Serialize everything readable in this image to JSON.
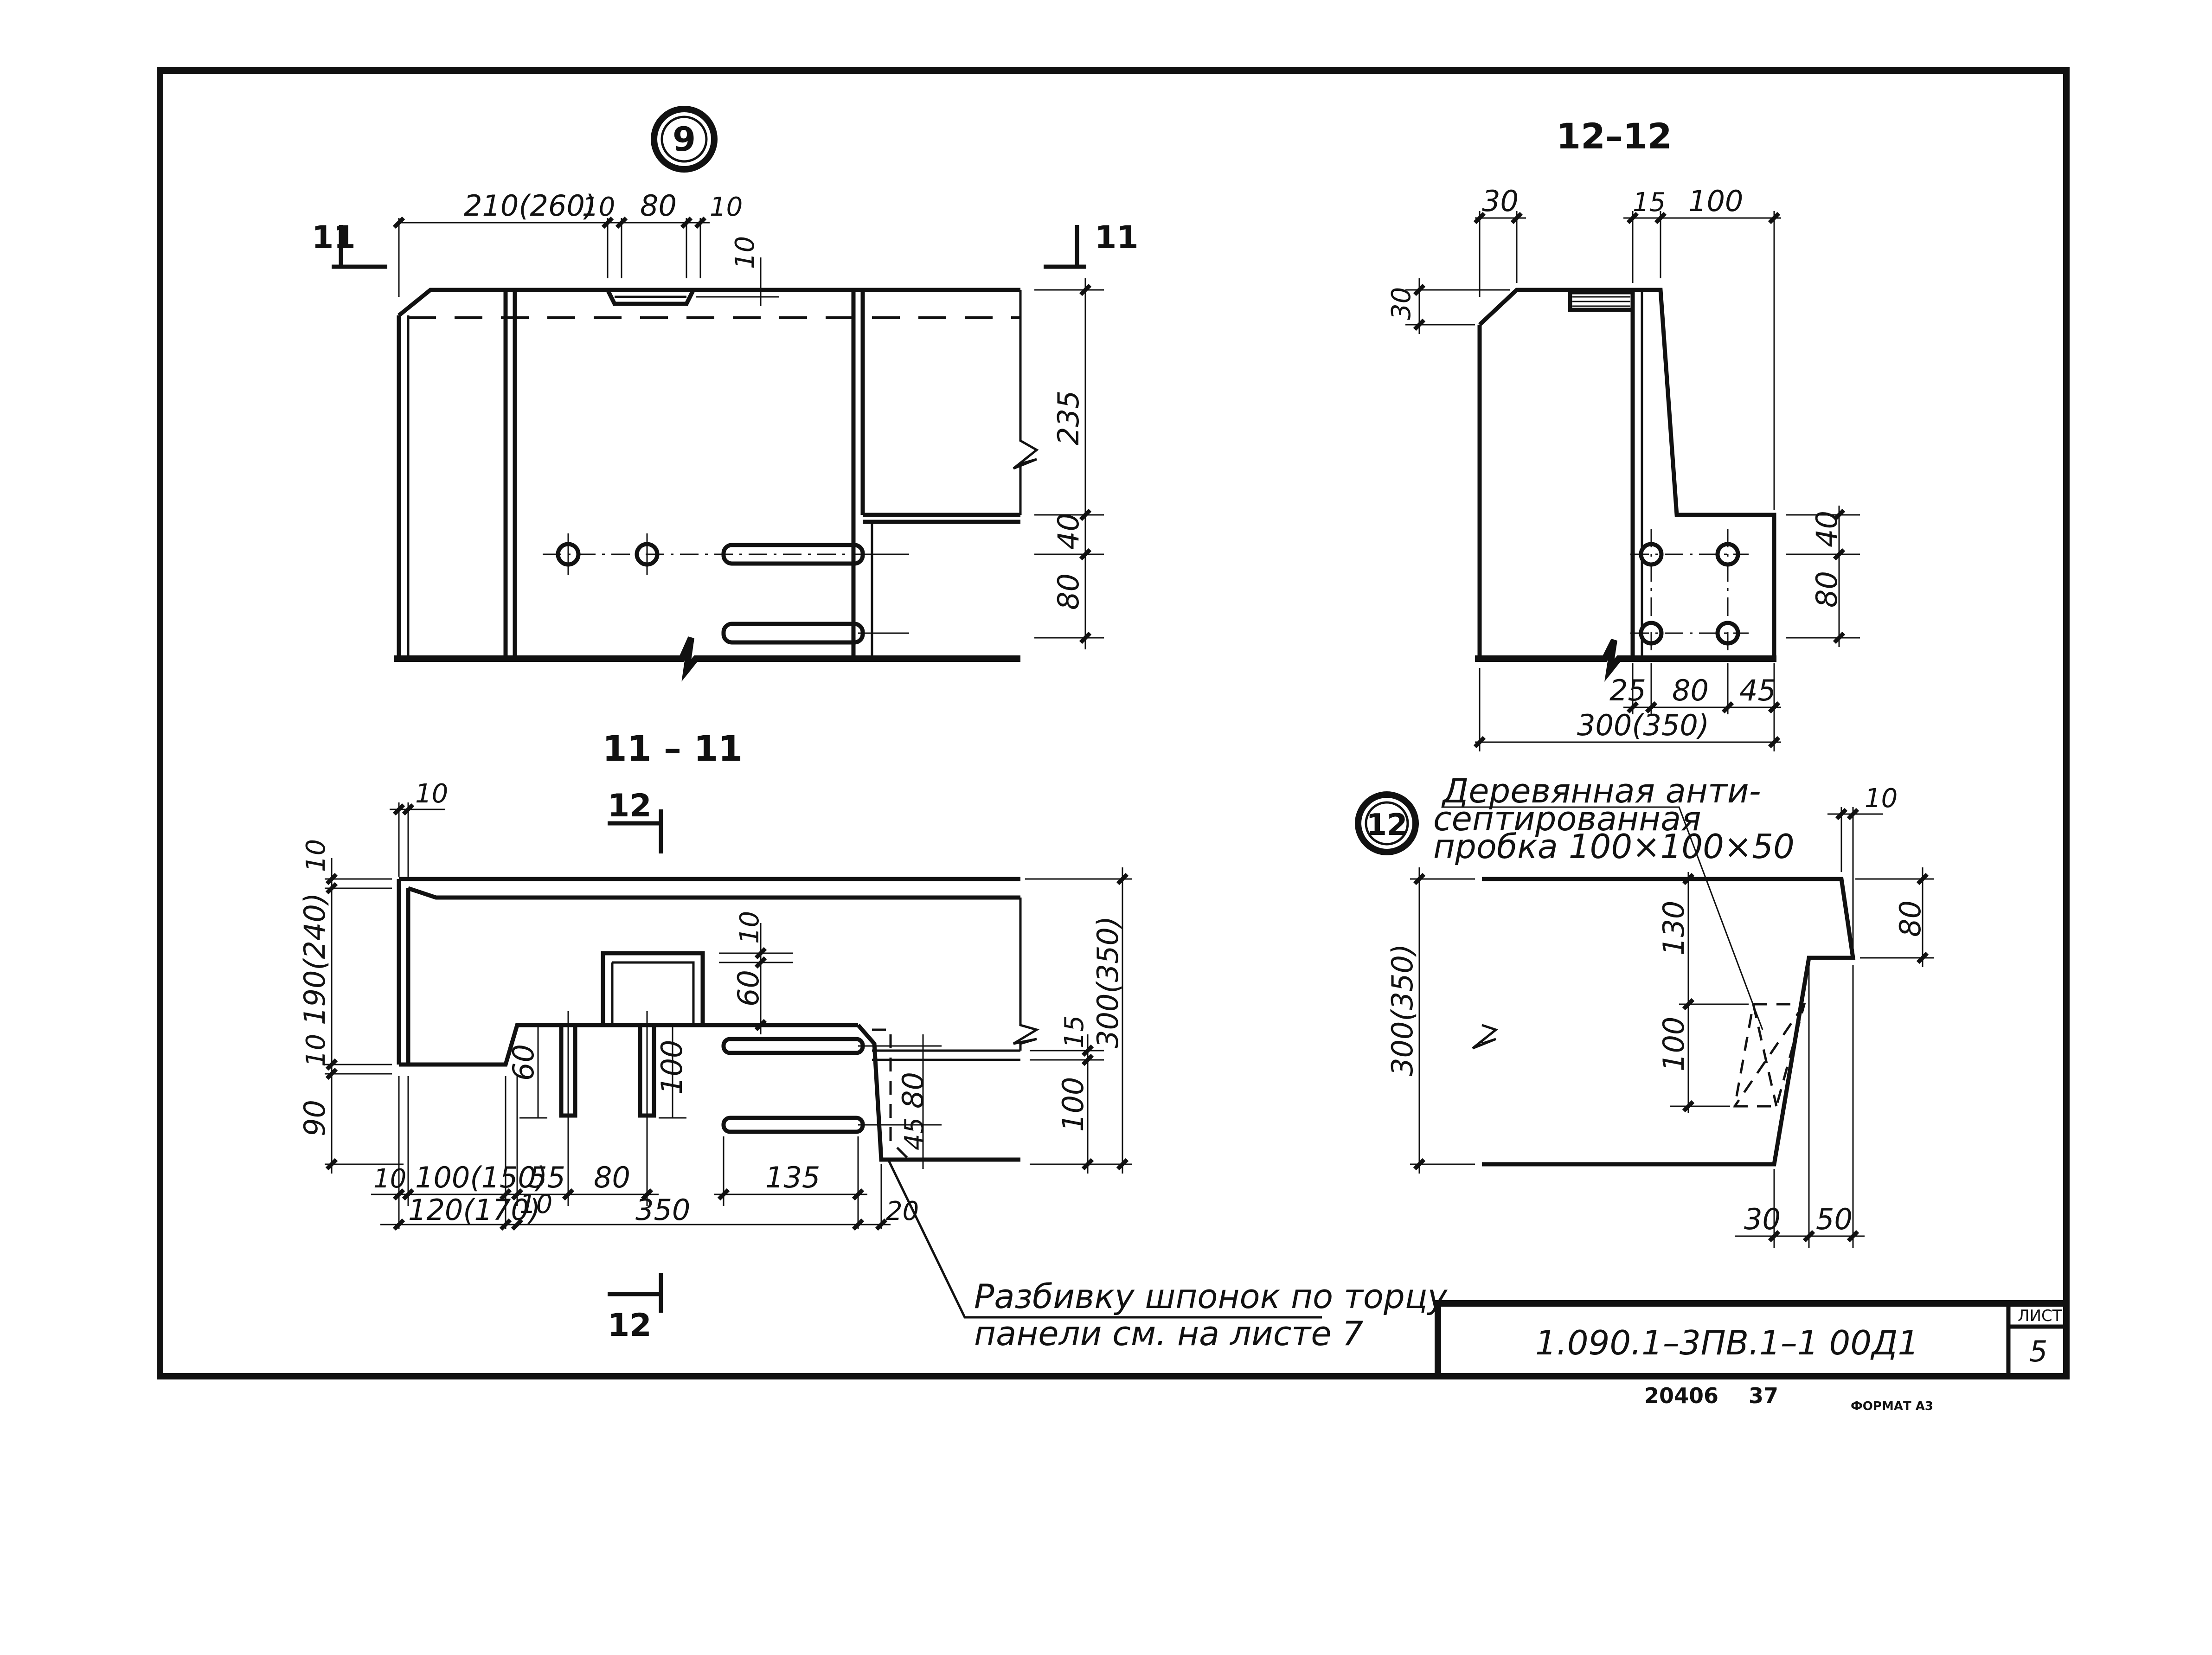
{
  "views": {
    "node9": {
      "marker": "9",
      "section_marks": [
        "11",
        "11"
      ],
      "dims_top": [
        "210(260)",
        "10",
        "80",
        "10"
      ],
      "dim_depth": "10",
      "dims_right": [
        "235",
        "40",
        "80"
      ]
    },
    "section_12_12": {
      "title": "12–12",
      "dims_top": [
        "30",
        "15",
        "100"
      ],
      "dim_left": "30",
      "dims_right": [
        "40",
        "80"
      ],
      "dims_bottom": [
        "25",
        "80",
        "45"
      ],
      "dim_total": "300(350)"
    },
    "section_11_11": {
      "title": "11 – 11",
      "section_marks": [
        "12",
        "12"
      ],
      "dim_top": "10",
      "dims_left": [
        "10",
        "190(240)",
        "10",
        "90"
      ],
      "dims_inner": [
        "10",
        "60",
        "60",
        "100",
        "80",
        "45"
      ],
      "dims_right": [
        "15",
        "100",
        "300(350)"
      ],
      "dims_bottom_row1": [
        "10",
        "100(150)",
        "55",
        "80",
        "135"
      ],
      "dims_bottom_row2": [
        "120(170)",
        "10",
        "350",
        "20"
      ]
    },
    "node12": {
      "marker": "12",
      "note_line1": "Деревянная анти-",
      "note_line2": "септированная",
      "note_line3": "пробка 100×100×50",
      "dim_top": "10",
      "dim_left": "300(350)",
      "dims_mid": [
        "130",
        "100"
      ],
      "dim_right": "80",
      "dims_bottom": [
        "30",
        "50"
      ]
    }
  },
  "note": {
    "line1": "Разбивку шпонок по торцу",
    "line2": "панели см. на листе 7"
  },
  "title_block": {
    "code": "1.090.1–3ПВ.1–1   00Д1",
    "sheet_label": "ЛИСТ",
    "sheet_number": "5"
  },
  "footer": {
    "inventory": "20406",
    "copy": "37",
    "format": "ФОРМАТ А3"
  }
}
